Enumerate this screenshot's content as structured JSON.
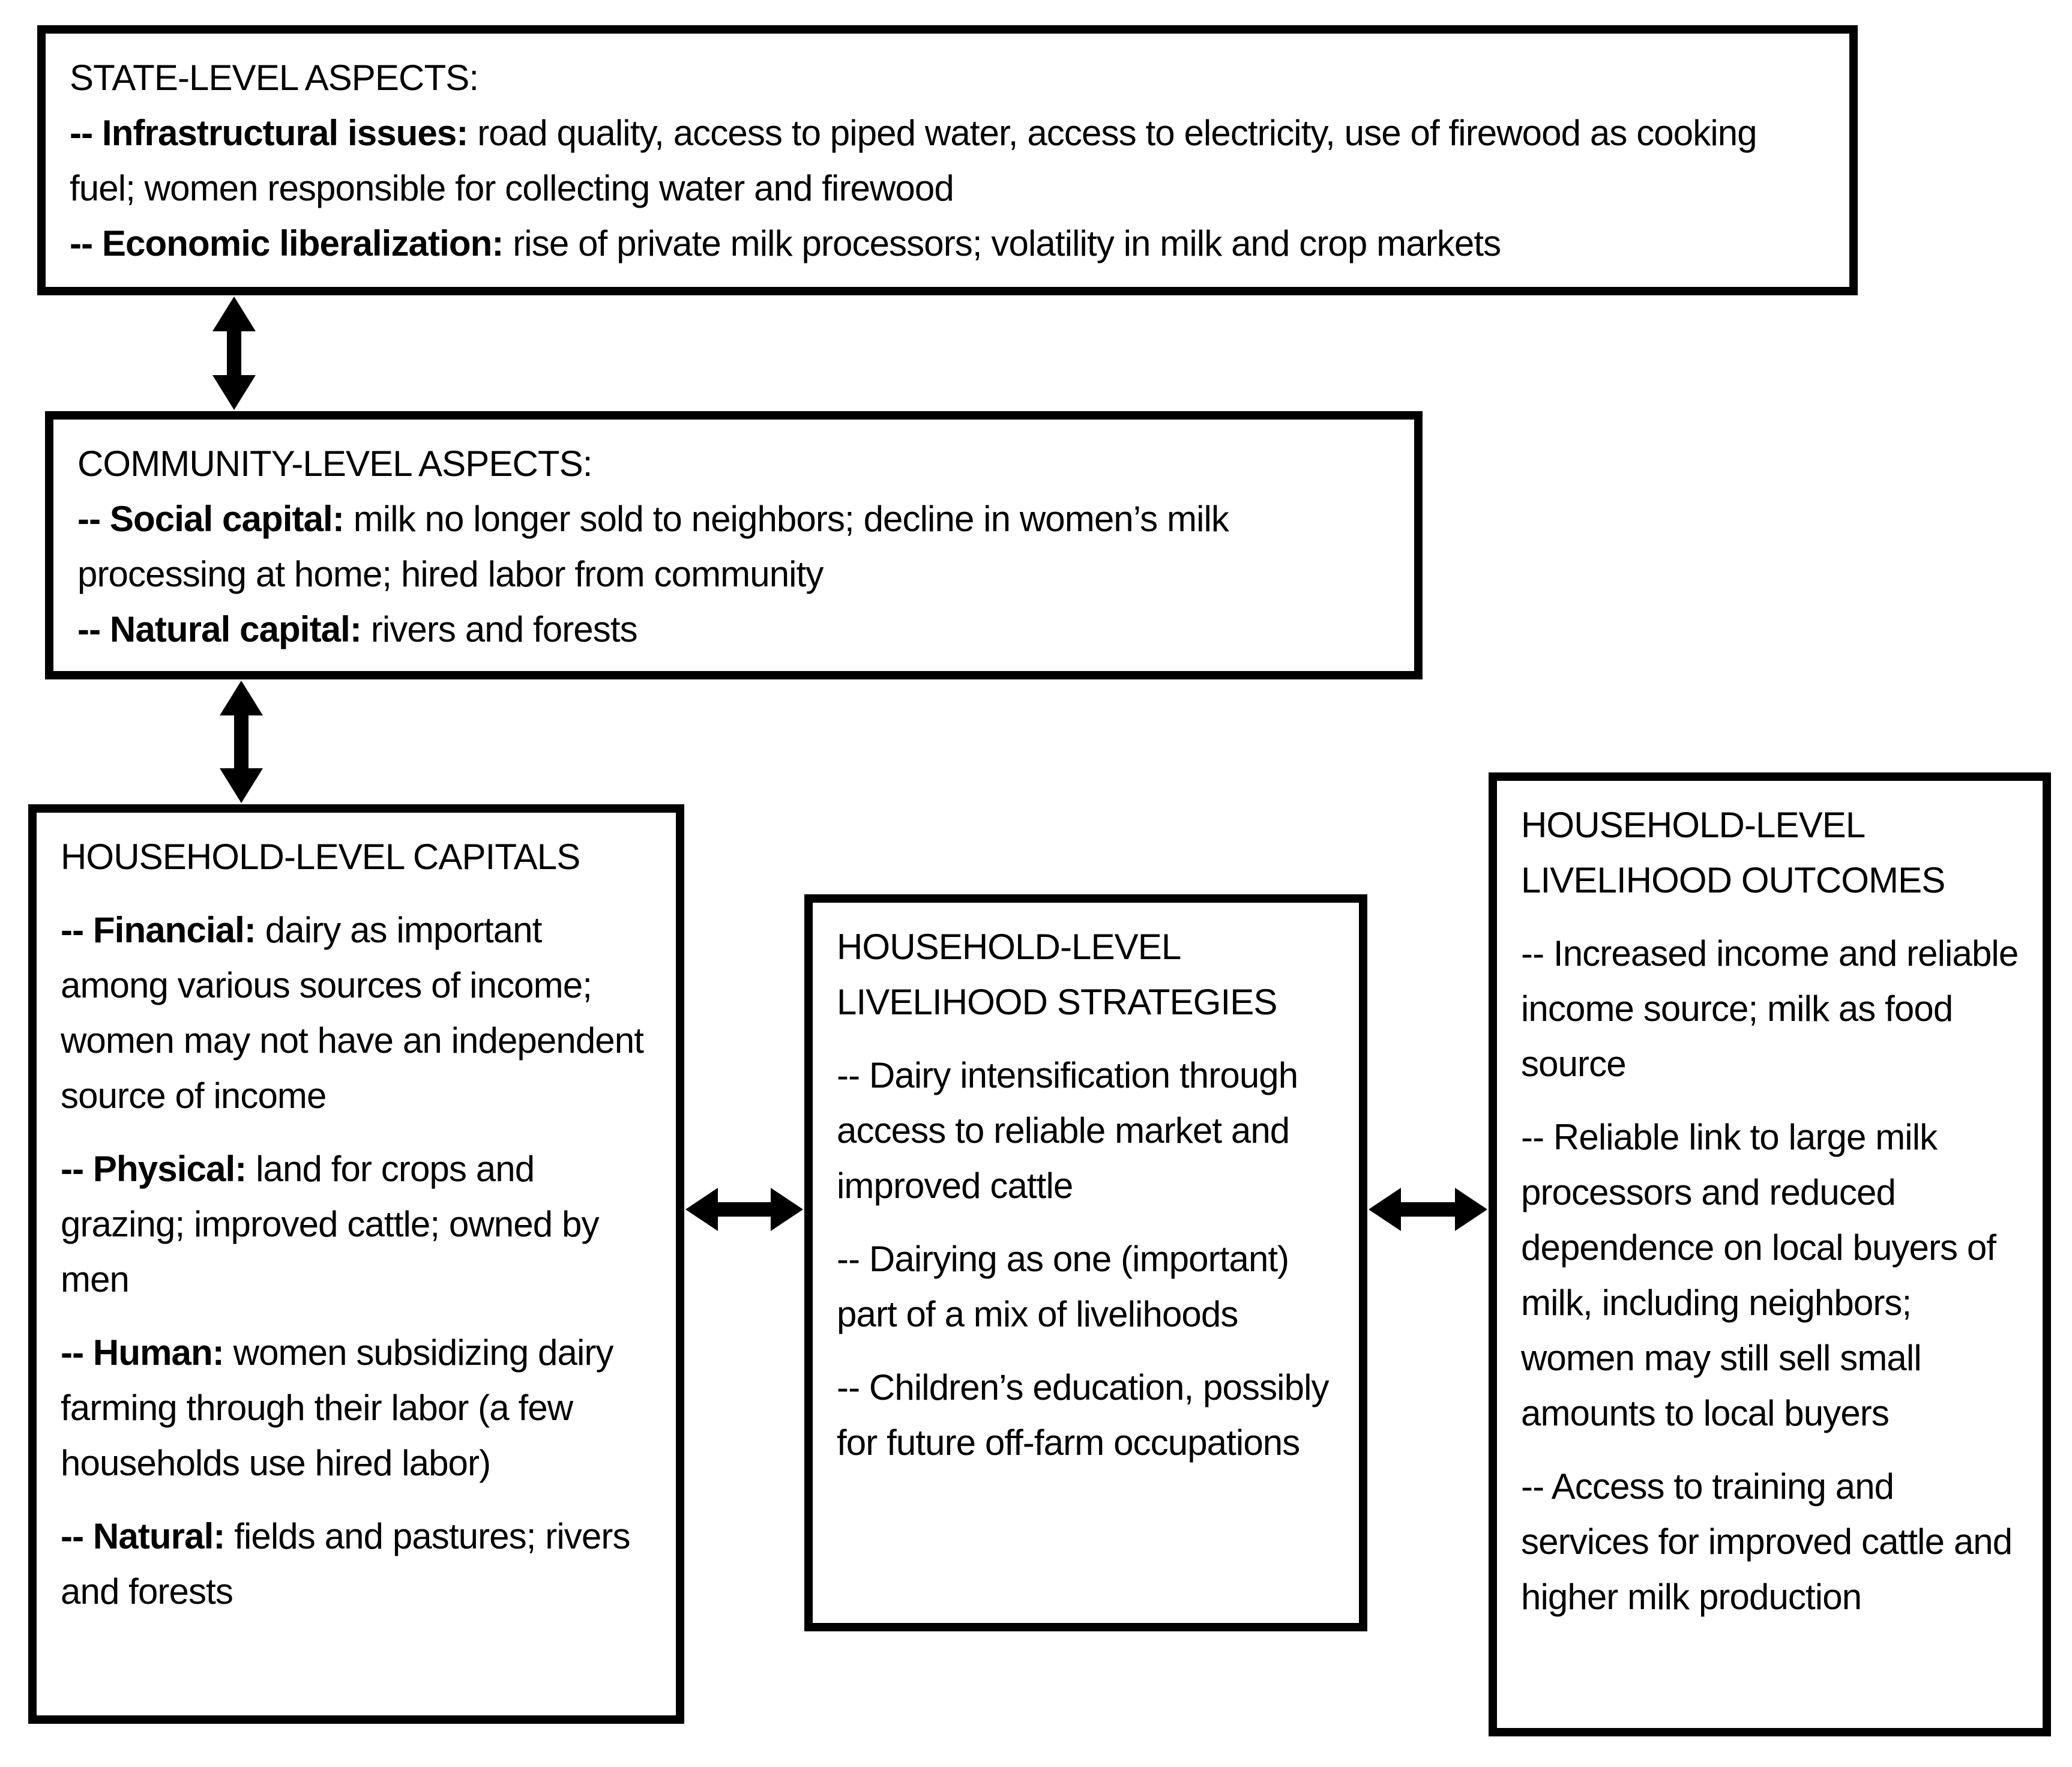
{
  "colors": {
    "background": "#ffffff",
    "border": "#000000",
    "text": "#000000"
  },
  "boxes": {
    "state": {
      "title": "STATE-LEVEL ASPECTS:",
      "items": [
        {
          "lead": "-- Infrastructural issues:",
          "rest": " road quality, access to piped water, access to electricity, use of firewood as cooking fuel; women responsible for collecting water and firewood"
        },
        {
          "lead": "-- Economic liberalization:",
          "rest": " rise of private milk processors; volatility in milk and crop markets"
        }
      ]
    },
    "community": {
      "title": "COMMUNITY-LEVEL ASPECTS:",
      "items": [
        {
          "lead": "-- Social capital:",
          "rest": " milk no longer sold to neighbors; decline in women’s milk processing at home; hired labor from community"
        },
        {
          "lead": "-- Natural capital:",
          "rest": " rivers and forests"
        }
      ]
    },
    "capitals": {
      "title": "HOUSEHOLD-LEVEL CAPITALS",
      "items": [
        {
          "lead": "-- Financial:",
          "rest": " dairy as important among various sources of income; women may not have an independent source of income"
        },
        {
          "lead": "-- Physical:",
          "rest": " land for crops and grazing; improved cattle; owned by men"
        },
        {
          "lead": "-- Human:",
          "rest": " women subsidizing dairy farming through their labor (a few households use hired labor)"
        },
        {
          "lead": "-- Natural:",
          "rest": " fields and pastures; rivers and forests"
        }
      ]
    },
    "strategies": {
      "title": "HOUSEHOLD-LEVEL LIVELIHOOD STRATEGIES",
      "items": [
        {
          "text": "-- Dairy intensification through access to reliable market and improved cattle"
        },
        {
          "text": "-- Dairying as one (important) part of a mix of livelihoods"
        },
        {
          "text": "-- Children’s education, possibly for future off-farm occupations"
        }
      ]
    },
    "outcomes": {
      "title": "HOUSEHOLD-LEVEL LIVELIHOOD OUTCOMES",
      "items": [
        {
          "text": "-- Increased income and reliable income source; milk as food source"
        },
        {
          "text": "-- Reliable link to large milk processors and reduced dependence on local buyers of milk, including neighbors; women may still sell small amounts to local buyers"
        },
        {
          "text": "-- Access to training and services for improved cattle and higher milk production"
        }
      ]
    }
  },
  "arrows": [
    {
      "from": "state",
      "to": "community",
      "orientation": "vertical",
      "style": "double-headed"
    },
    {
      "from": "community",
      "to": "capitals",
      "orientation": "vertical",
      "style": "double-headed"
    },
    {
      "from": "capitals",
      "to": "strategies",
      "orientation": "horizontal",
      "style": "double-headed"
    },
    {
      "from": "strategies",
      "to": "outcomes",
      "orientation": "horizontal",
      "style": "double-headed"
    }
  ]
}
